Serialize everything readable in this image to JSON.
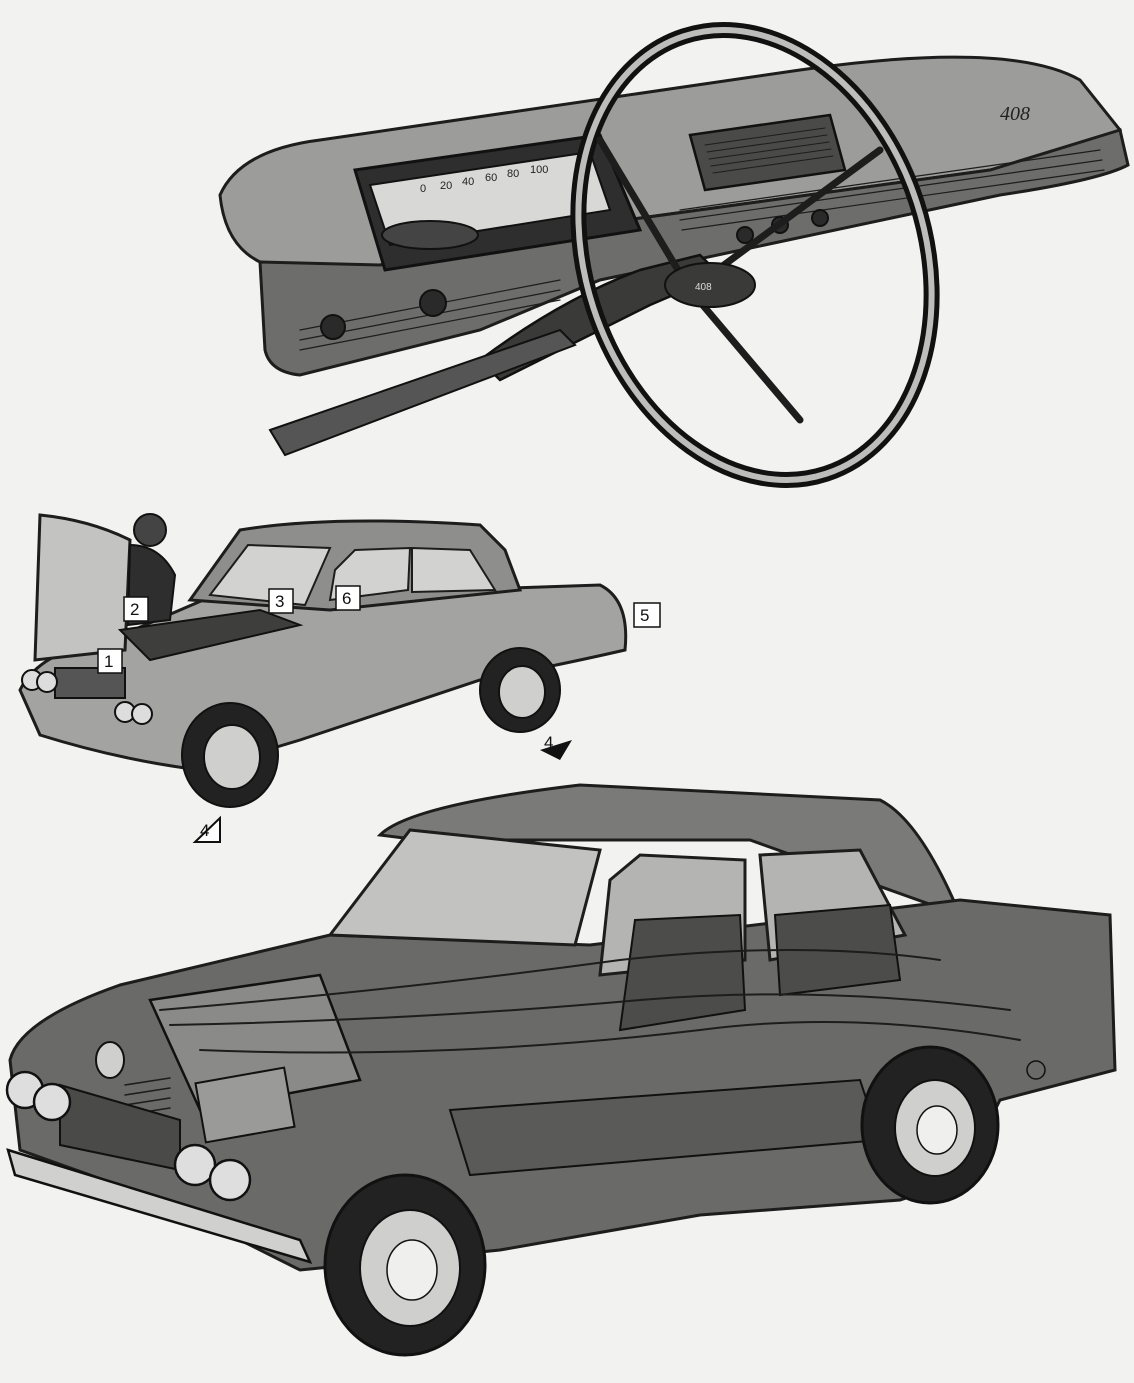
{
  "dashboard": {
    "speedometer_ticks": [
      "0",
      "20",
      "40",
      "60",
      "80",
      "100"
    ],
    "badge": "408",
    "column_badge": "408"
  },
  "markers": [
    {
      "id": "1",
      "label": "1"
    },
    {
      "id": "2",
      "label": "2"
    },
    {
      "id": "3",
      "label": "3"
    },
    {
      "id": "4a",
      "label": "4"
    },
    {
      "id": "4b",
      "label": "4"
    },
    {
      "id": "5",
      "label": "5"
    },
    {
      "id": "6",
      "label": "6"
    }
  ],
  "colors": {
    "paper": "#f2f2f0",
    "ink": "#1d1d1d",
    "body_dark": "#5e5e5e",
    "body_mid": "#9a9a98",
    "body_light": "#c9c9c7"
  }
}
